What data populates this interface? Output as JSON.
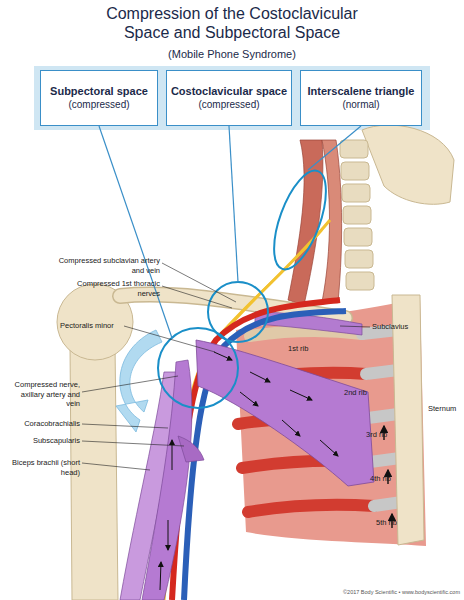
{
  "diagram": {
    "title": "Compression of the Costoclavicular Space and Subpectoral Space",
    "nodes": [
      {
        "text": [
          "Subpectoral space",
          "(compressed)"
        ]
      },
      {
        "text": [
          "Costoclavicular space",
          "(compressed)"
        ]
      },
      {
        "text": [
          "Interscalene triangle",
          "(normal)"
        ]
      }
    ],
    "labels": [
      "(Mobile Phone Syndrome)",
      "Compressed subclavian artery and vein",
      "Compressed 1st thoracic nerves",
      "Pectoralis minor",
      "Subclavius",
      "1st rib",
      "2nd rib",
      "Sternum",
      "Compressed nerve, axillary artery and vein",
      "Coracobrachialis",
      "Subscapularis",
      "3rd rib",
      "4th rib",
      "Biceps brachii (short head)",
      "5th rib",
      "©2017 Body Scientific • www.bodyscientific.com"
    ]
  }
}
